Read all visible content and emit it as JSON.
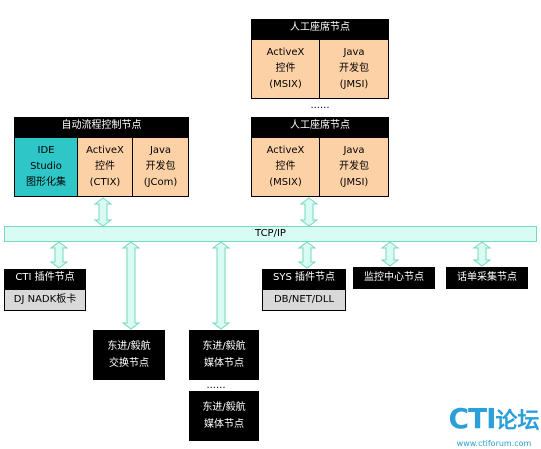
{
  "top_agent_node": {
    "title": "人工座席节点",
    "activex": [
      "ActiveX",
      "控件",
      "(MSIX)"
    ],
    "java": [
      "Java",
      "开发包",
      "(JMSI)"
    ]
  },
  "agent_node": {
    "title": "人工座席节点",
    "activex": [
      "ActiveX",
      "控件",
      "(MSIX)"
    ],
    "java": [
      "Java",
      "开发包",
      "(JMSI)"
    ]
  },
  "agent_ellipsis": "......",
  "auto_flow_node": {
    "title": "自动流程控制节点",
    "ide": [
      "IDE",
      "Studio",
      "图形化集"
    ],
    "activex": [
      "ActiveX",
      "控件",
      "(CTIX)"
    ],
    "java": [
      "Java",
      "开发包",
      "(JCom)"
    ]
  },
  "bus": {
    "label": "TCP/IP"
  },
  "cti_node": {
    "title": "CTI 插件节点",
    "sub": "DJ NADK板卡"
  },
  "sys_node": {
    "title": "SYS 插件节点",
    "sub": "DB/NET/DLL"
  },
  "monitor_node": {
    "title": "监控中心节点"
  },
  "billing_node": {
    "title": "话单采集节点"
  },
  "switch_node": {
    "lines": [
      "东进/毅航",
      "交换节点"
    ]
  },
  "media_node_1": {
    "lines": [
      "东进/毅航",
      "媒体节点"
    ]
  },
  "media_ellipsis": "......",
  "media_node_2": {
    "lines": [
      "东进/毅航",
      "媒体节点"
    ]
  },
  "watermark": {
    "logo": "CTI",
    "logo_cn": "论坛",
    "url": "www.ctiforum.com"
  },
  "colors": {
    "header": "#000000",
    "sdk_cell": "#fcd1a6",
    "ide_cell": "#2ec6c6",
    "sub_cell": "#d9d9d9",
    "bus_fill": "#d8fbf3",
    "bus_border": "#74d9be",
    "logo": "#2a9fd8"
  }
}
